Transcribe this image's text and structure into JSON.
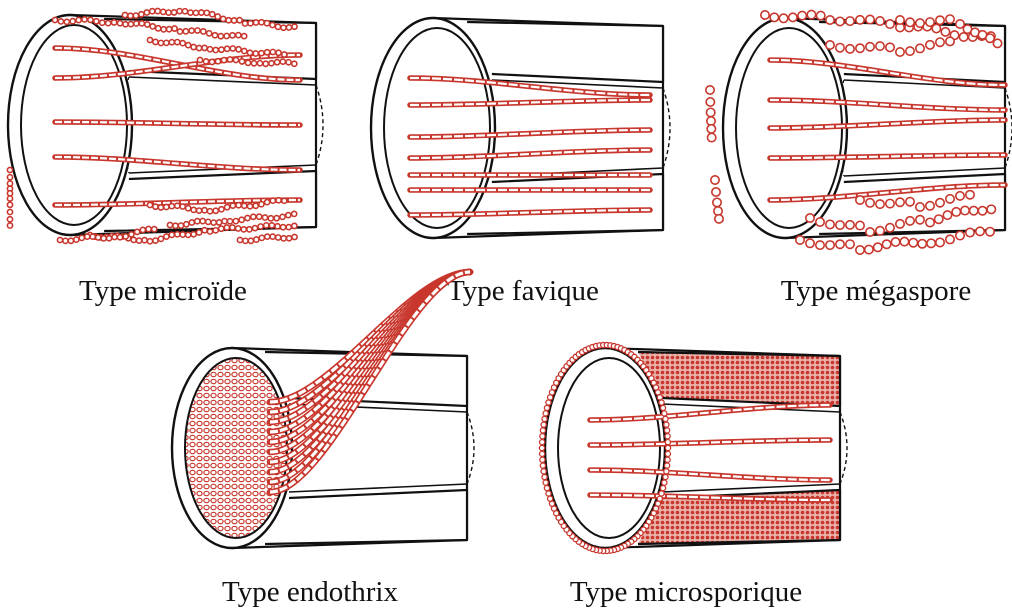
{
  "colors": {
    "ink": "#111111",
    "spore": "#c8372d",
    "paper": "#ffffff"
  },
  "panels": [
    {
      "id": "microide",
      "caption": "Type microïde"
    },
    {
      "id": "favique",
      "caption": "Type favique"
    },
    {
      "id": "megaspore",
      "caption": "Type mégaspore"
    },
    {
      "id": "endothrix",
      "caption": "Type endothrix"
    },
    {
      "id": "microsporique",
      "caption": "Type microsporique"
    }
  ]
}
